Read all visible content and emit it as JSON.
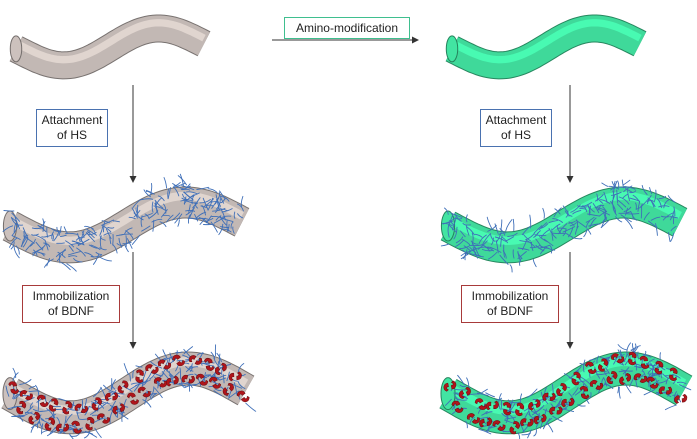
{
  "diagram": {
    "top_label": "Amino-modification",
    "left_column": {
      "step1": {
        "line1": "Attachment",
        "line2": "of HS"
      },
      "step2": {
        "line1": "Immobilization",
        "line2": "of BDNF"
      }
    },
    "right_column": {
      "step1": {
        "line1": "Attachment",
        "line2": "of HS"
      },
      "step2": {
        "line1": "Immobilization",
        "line2": "of BDNF"
      }
    },
    "colors": {
      "plain_fiber": "#c2b8b4",
      "amino_fiber": "#3fd99a",
      "hs_strands": "#3f6fb8",
      "bdnf": "#b0151b",
      "arrow": "#333333",
      "box_blue": "#4a72b0",
      "box_red": "#a83a3a",
      "box_green": "#3fbf8f"
    }
  }
}
